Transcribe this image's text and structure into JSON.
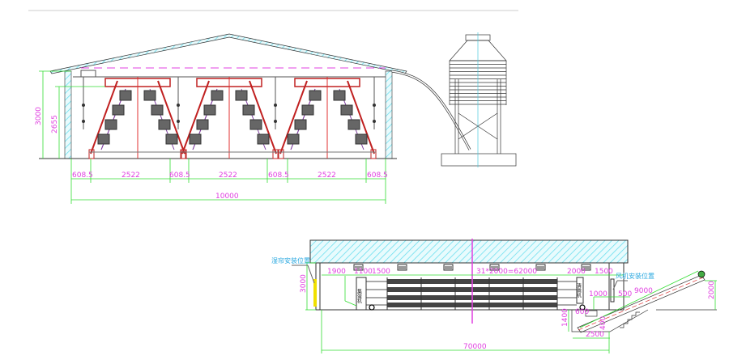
{
  "colors": {
    "dimension": "#e040e0",
    "dimension_line": "#33dd33",
    "hatch": "#66ddee",
    "cage": "#c02020",
    "label": "#2aa8e0",
    "pad": "#f0e000"
  },
  "section_view": {
    "dims": {
      "height_total": "3000",
      "height_cage": "2655",
      "aisle": "608.5",
      "cage_width": "2522",
      "total_width": "10000"
    }
  },
  "plan_view": {
    "labels": {
      "cooling_pad": "湿帘安装位置",
      "fan": "风机安装位置",
      "egg_machine": "集蛋机",
      "manure_machine": "清粪机"
    },
    "dims": {
      "wall_height": "3000",
      "d1900": "1900",
      "d1100": "1100",
      "d1500a": "1500",
      "cages": "31*2000=62000",
      "d2000": "2000",
      "d1500b": "1500",
      "d1000": "1000",
      "d500": "500",
      "conveyor_len": "9000",
      "conveyor_rise": "2000",
      "d600": "600",
      "pit_depth": "1400",
      "d400": "400",
      "pit_width": "2500",
      "total_length": "70000"
    }
  }
}
